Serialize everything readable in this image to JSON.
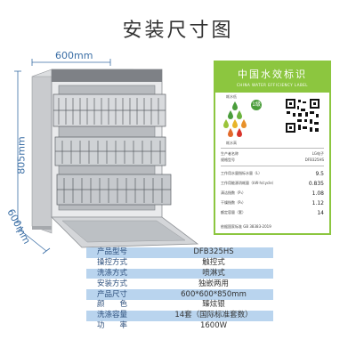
{
  "page": {
    "title": "安装尺寸图"
  },
  "dimensions": {
    "width": "600mm",
    "height": "805mm",
    "depth": "600mm"
  },
  "energy_label": {
    "title": "中国水效标识",
    "subtitle": "CHINA WATER EFFICIENCY LABEL",
    "grade": "1",
    "grade_note": "1级",
    "left_top": "耗水低",
    "left_bottom": "耗水高",
    "manufacturer_label": "生产者名称",
    "manufacturer_value": "LG电子",
    "model_label": "规格型号",
    "model_value": "DFB325HS",
    "rows": [
      {
        "label": "工作用水量指标水量（L）",
        "value": "9.5"
      },
      {
        "label": "工作用能源消耗量（kW·h/cycle）",
        "value": "0.835"
      },
      {
        "label": "清洁指数（P₁）",
        "value": "1.08"
      },
      {
        "label": "干燥指数（P₂）",
        "value": "1.12"
      },
      {
        "label": "额定容量（套）",
        "value": "14"
      }
    ],
    "standard": "依据国家标准 GB 38383-2019",
    "colors": {
      "accent": "#8cc63f",
      "drop_green": "#4a9d3b",
      "drop_orange": "#e8912a",
      "drop_red": "#d9342b"
    }
  },
  "specs": [
    {
      "key": "产品型号",
      "value": "DFB325HS"
    },
    {
      "key": "操控方式",
      "value": "触控式"
    },
    {
      "key": "洗涤方式",
      "value": "喷淋式"
    },
    {
      "key": "安装方式",
      "value": "独嵌两用"
    },
    {
      "key": "产品尺寸",
      "value": "600*600*850mm"
    },
    {
      "key": "颜　　色",
      "value": "臻炫银"
    },
    {
      "key": "洗涤容量",
      "value": "14套（国际标准套数）"
    },
    {
      "key": "功　　率",
      "value": "1600W"
    }
  ],
  "colors": {
    "table_stripe": "#b9d4ee",
    "table_key": "#2d4f7c",
    "dim_color": "#3a6ea5"
  }
}
